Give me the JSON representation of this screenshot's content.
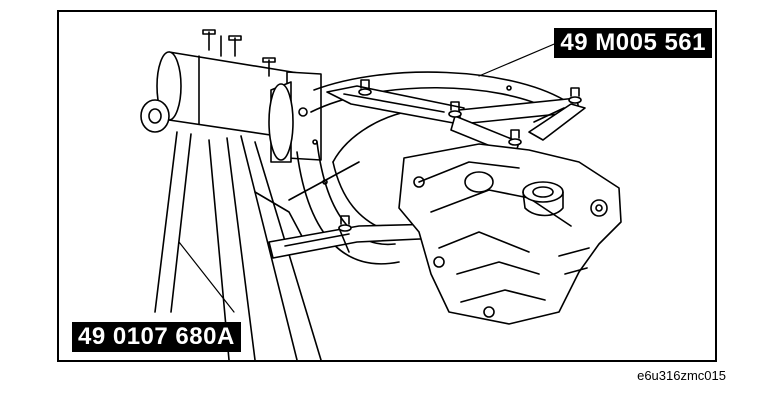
{
  "diagram": {
    "callouts": {
      "top_right": "49 M005 561",
      "bottom_left": "49 0107 680A"
    },
    "figure_code": "e6u316zmc015",
    "colors": {
      "line": "#000000",
      "background": "#ffffff",
      "callout_bg": "#000000",
      "callout_text": "#ffffff"
    }
  }
}
